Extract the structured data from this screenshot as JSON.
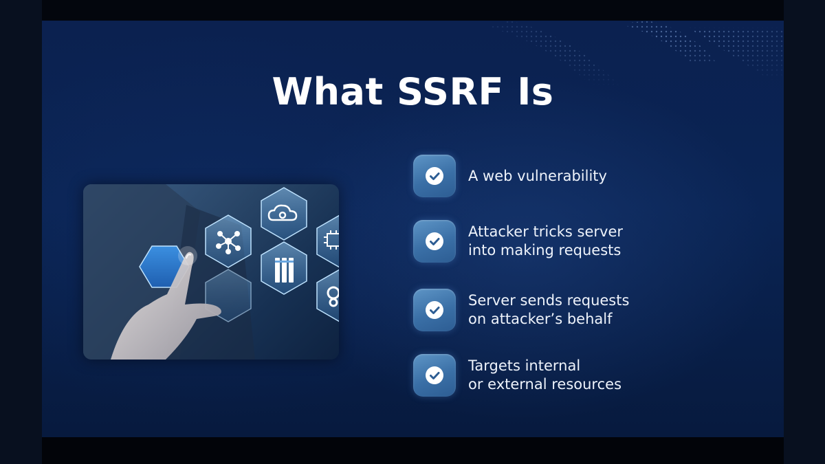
{
  "slide": {
    "title": "What SSRF Is",
    "image": {
      "subject": "hand touching hexagon network icons",
      "icons": [
        "network-icon",
        "cloud-gear-icon",
        "chip-icon",
        "server-icon",
        "gears-icon"
      ]
    },
    "bullets": [
      {
        "icon": "check-icon",
        "lines": [
          "A web vulnerability"
        ]
      },
      {
        "icon": "check-icon",
        "lines": [
          "Attacker tricks server",
          "into making requests"
        ]
      },
      {
        "icon": "check-icon",
        "lines": [
          "Server sends requests",
          "on attacker’s behalf"
        ]
      },
      {
        "icon": "check-icon",
        "lines": [
          "Targets internal",
          "or external resources"
        ]
      }
    ]
  },
  "colors": {
    "background": "#0a2454",
    "check_badge": "#3a6fa6",
    "text": "#eef3fb"
  }
}
